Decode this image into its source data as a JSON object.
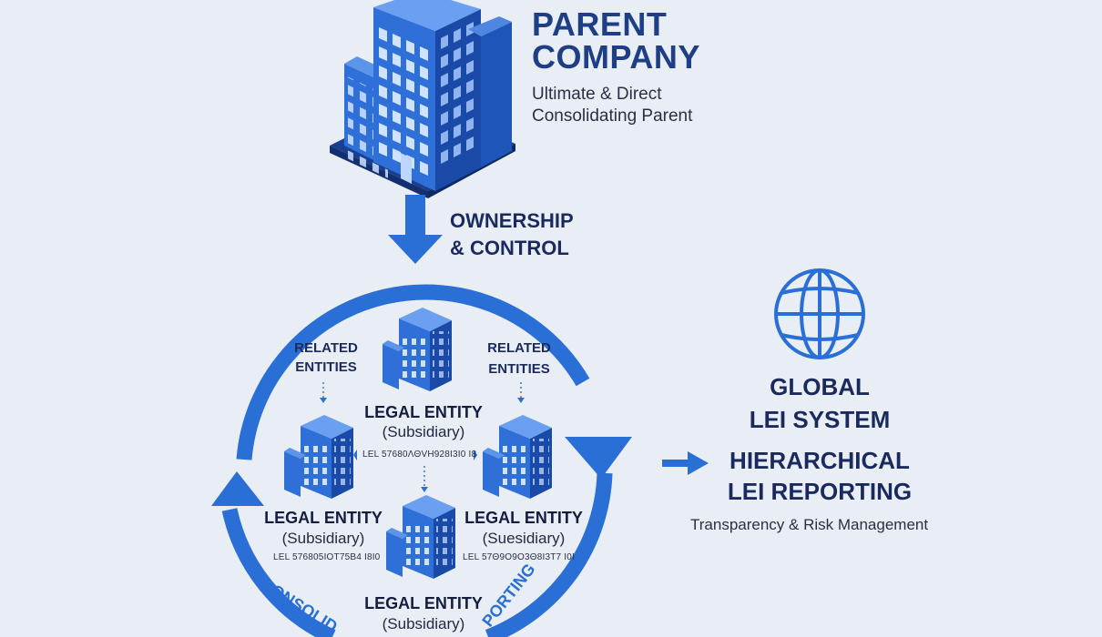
{
  "parent": {
    "title_line1": "PARENT",
    "title_line2": "COMPANY",
    "subtitle_line1": "Ultimate & Direct",
    "subtitle_line2": "Consolidating Parent"
  },
  "ownership": {
    "line1": "OWNERSHIP",
    "line2": "& CONTROL"
  },
  "related_left": {
    "line1": "RELATED",
    "line2": "ENTITIES"
  },
  "related_right": {
    "line1": "RELATED",
    "line2": "ENTITIES"
  },
  "entities": [
    {
      "title": "LEGAL ENTITY",
      "subtitle": "(Subsidiary)",
      "lei": "LEL 57680ΛΘVH928Ι3Ι0 Ι8"
    },
    {
      "title": "LEGAL ENTITY",
      "subtitle": "(Subsidiary)",
      "lei": "LEL 576805ΙΟΤ75Β4 Ι8Ι0"
    },
    {
      "title": "LEGAL ENTITY",
      "subtitle": "(Suesidiary)",
      "lei": "LEL 57Θ9Ο9Ο3Θ8Ι3Τ7 Ι0Ι"
    },
    {
      "title": "LEGAL ENTITY",
      "subtitle": "(Subsidiary)",
      "lei": ""
    }
  ],
  "ring_labels": {
    "left": "CONSOLID",
    "right": "PORTING"
  },
  "global": {
    "title_line1": "GLOBAL",
    "title_line2": "LEI SYSTEM",
    "heading_line1": "HIERARCHICAL",
    "heading_line2": "LEI REPORTING",
    "tagline": "Transparency & Risk Management"
  },
  "colors": {
    "accent": "#2a6fd6",
    "building_front": "#2f6fd8",
    "building_side": "#1a4aa8",
    "window": "#cfe2ff",
    "text_dark": "#1b2a5e"
  },
  "icons": {
    "parent": "office-building-icon",
    "globe": "globe-icon",
    "ownership_arrow": "arrow-down-icon",
    "link_arrow": "arrow-right-icon"
  }
}
